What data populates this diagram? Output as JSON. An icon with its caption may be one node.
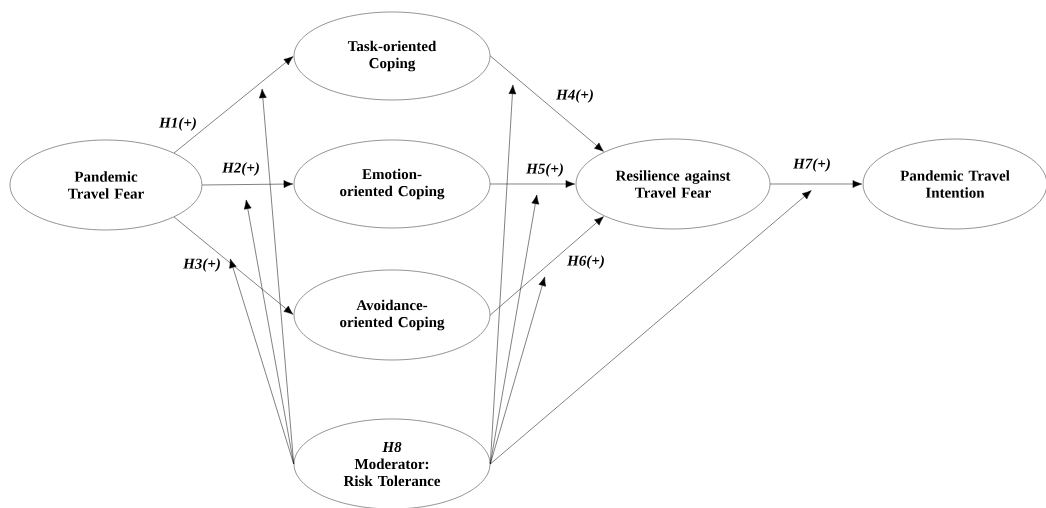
{
  "diagram": {
    "nodes": [
      {
        "text": [
          "Pandemic Travel Fear"
        ]
      },
      {
        "text": [
          "Task-oriented Coping"
        ]
      },
      {
        "text": [
          "Emotion-oriented Coping"
        ]
      },
      {
        "text": [
          "Avoidance-oriented Coping"
        ]
      },
      {
        "text": [
          "Resilience against Travel Fear"
        ]
      },
      {
        "text": [
          "Pandemic Travel Intention"
        ]
      },
      {
        "text": [
          "H8",
          "Moderator: Risk Tolerance"
        ]
      }
    ],
    "edges": [
      {
        "from": 0,
        "to": 1,
        "arrow": "to",
        "label": "H1(+)"
      },
      {
        "from": 0,
        "to": 2,
        "arrow": "to",
        "label": "H2(+)"
      },
      {
        "from": 0,
        "to": 3,
        "arrow": "to",
        "label": "H3(+)"
      },
      {
        "from": 1,
        "to": 4,
        "arrow": "to",
        "label": "H4(+)"
      },
      {
        "from": 2,
        "to": 4,
        "arrow": "to",
        "label": "H5(+)"
      },
      {
        "from": 3,
        "to": 4,
        "arrow": "to",
        "label": "H6(+)"
      },
      {
        "from": 4,
        "to": 5,
        "arrow": "to",
        "label": "H7(+)"
      },
      {
        "from": 6,
        "to": null,
        "arrow": "to"
      },
      {
        "from": 6,
        "to": null,
        "arrow": "to"
      },
      {
        "from": 6,
        "to": null,
        "arrow": "to"
      },
      {
        "from": 6,
        "to": null,
        "arrow": "to"
      },
      {
        "from": 6,
        "to": null,
        "arrow": "to"
      },
      {
        "from": 6,
        "to": null,
        "arrow": "to"
      },
      {
        "from": 6,
        "to": null,
        "arrow": "to"
      }
    ]
  }
}
